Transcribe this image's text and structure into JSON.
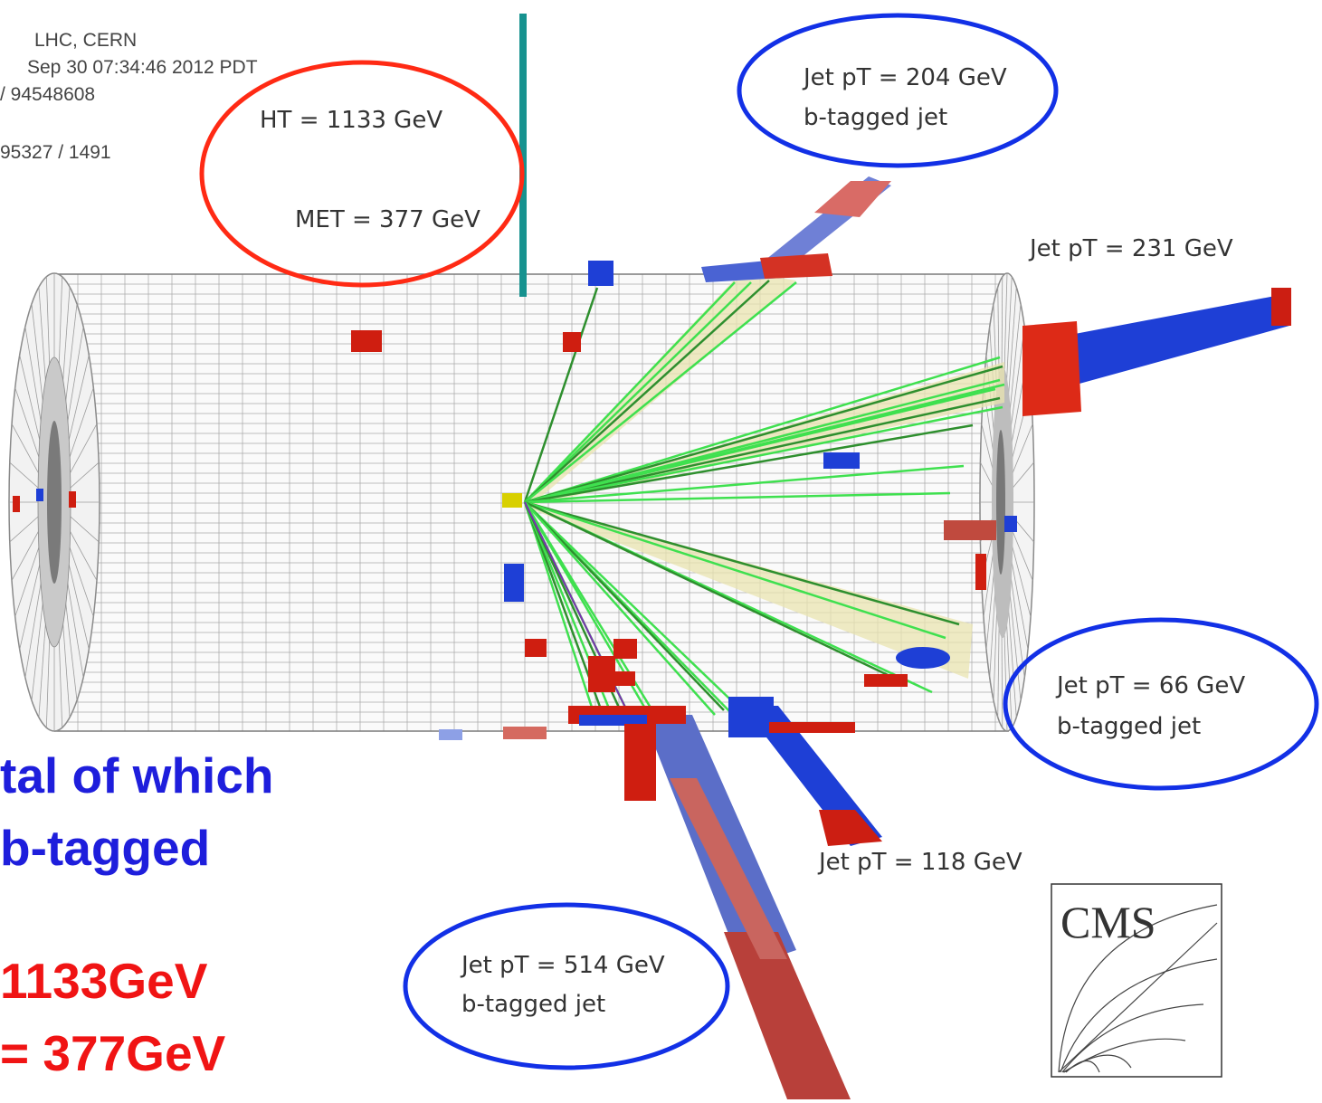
{
  "event_info": {
    "line1": "LHC, CERN",
    "line2": "Sep 30 07:34:46 2012 PDT",
    "line3": "/ 94548608",
    "line4": "95327 / 1491"
  },
  "annotations": {
    "ht": "HT = 1133 GeV",
    "met": "MET = 377 GeV",
    "jet1_pt": "Jet pT = 204 GeV",
    "jet1_tag": "b-tagged jet",
    "jet2_pt": "Jet pT = 231 GeV",
    "jet3_pt": "Jet pT = 66 GeV",
    "jet3_tag": "b-tagged jet",
    "jet4_pt": "Jet pT = 118 GeV",
    "jet5_pt": "Jet  pT = 514 GeV",
    "jet5_tag": "b-tagged jet"
  },
  "side_text": {
    "line1": "tal of which",
    "line2": "b-tagged",
    "line3": "1133GeV",
    "line4": "= 377GeV"
  },
  "logo": {
    "text": "CMS"
  },
  "colors": {
    "circle_red": "#ff2a14",
    "circle_blue": "#1230e6",
    "text_blue": "#1e1edc",
    "text_red": "#f01414",
    "met_line": "#16928f",
    "track_green": "#3fe04f",
    "ecal_red": "#d32a1a",
    "hcal_blue": "#1f3ed6",
    "grid_gray": "#9a9a9a"
  }
}
